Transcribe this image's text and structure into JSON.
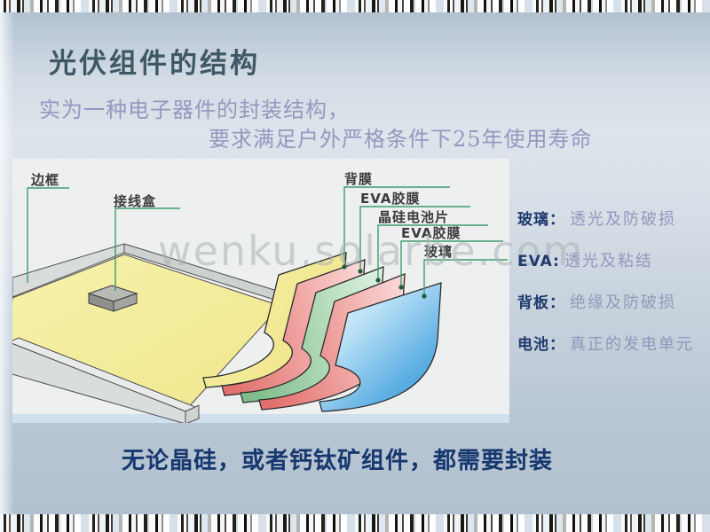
{
  "slide": {
    "title": "光伏组件的结构",
    "subtitle_line1": "实为一种电子器件的封装结构，",
    "subtitle_line2": "要求满足户外严格条件下25年使用寿命",
    "bottom_statement": "无论晶硅，或者钙钛矿组件，都需要封装",
    "watermark": "wenku.solarbe.com"
  },
  "diagram": {
    "frame_label": "边框",
    "junction_box_label": "接线盒",
    "layer_labels": [
      "背膜",
      "EVA胶膜",
      "晶硅电池片",
      "EVA胶膜",
      "玻璃"
    ],
    "leader_color": "#3f9c6f",
    "layer_colors": {
      "backsheet_yellow": "#f3eb9a",
      "eva_pink": "#ec8f8c",
      "cell_green": "#9ccf9f",
      "glass_blue": "#52a7e0",
      "frame_gray": "#d5dad9"
    }
  },
  "annotations": [
    {
      "term": "玻璃：",
      "desc": "透光及防破损"
    },
    {
      "term": "EVA:",
      "desc": "透光及粘结"
    },
    {
      "term": "背板：",
      "desc": "绝缘及防破损"
    },
    {
      "term": "电池：",
      "desc": "真正的发电单元"
    }
  ],
  "colors": {
    "title_text": "#3e5866",
    "subtitle_text": "#9399c0",
    "annotation_term": "#1e3a6e",
    "annotation_desc": "#9298bc",
    "statement_text": "#17386e",
    "panel_background": "#edf0ef"
  }
}
